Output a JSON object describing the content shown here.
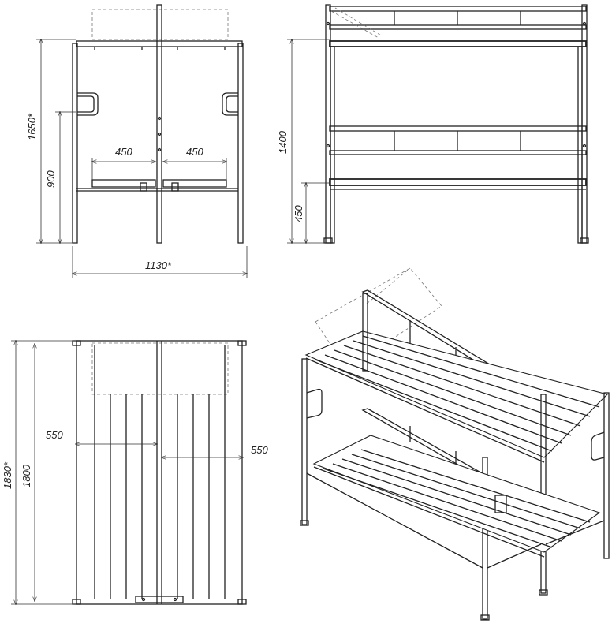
{
  "dimensions": {
    "front_total_height": "1650*",
    "front_bench_height": "900",
    "front_seat_left": "450",
    "front_seat_right": "450",
    "front_total_width": "1130*",
    "side_upper_height": "1400",
    "side_lower_height": "450",
    "top_left_width": "550",
    "top_right_width": "550",
    "top_total_length": "1830*",
    "top_length": "1800"
  },
  "colors": {
    "line": "#222222",
    "hidden_line": "#777777",
    "background": "#ffffff"
  }
}
